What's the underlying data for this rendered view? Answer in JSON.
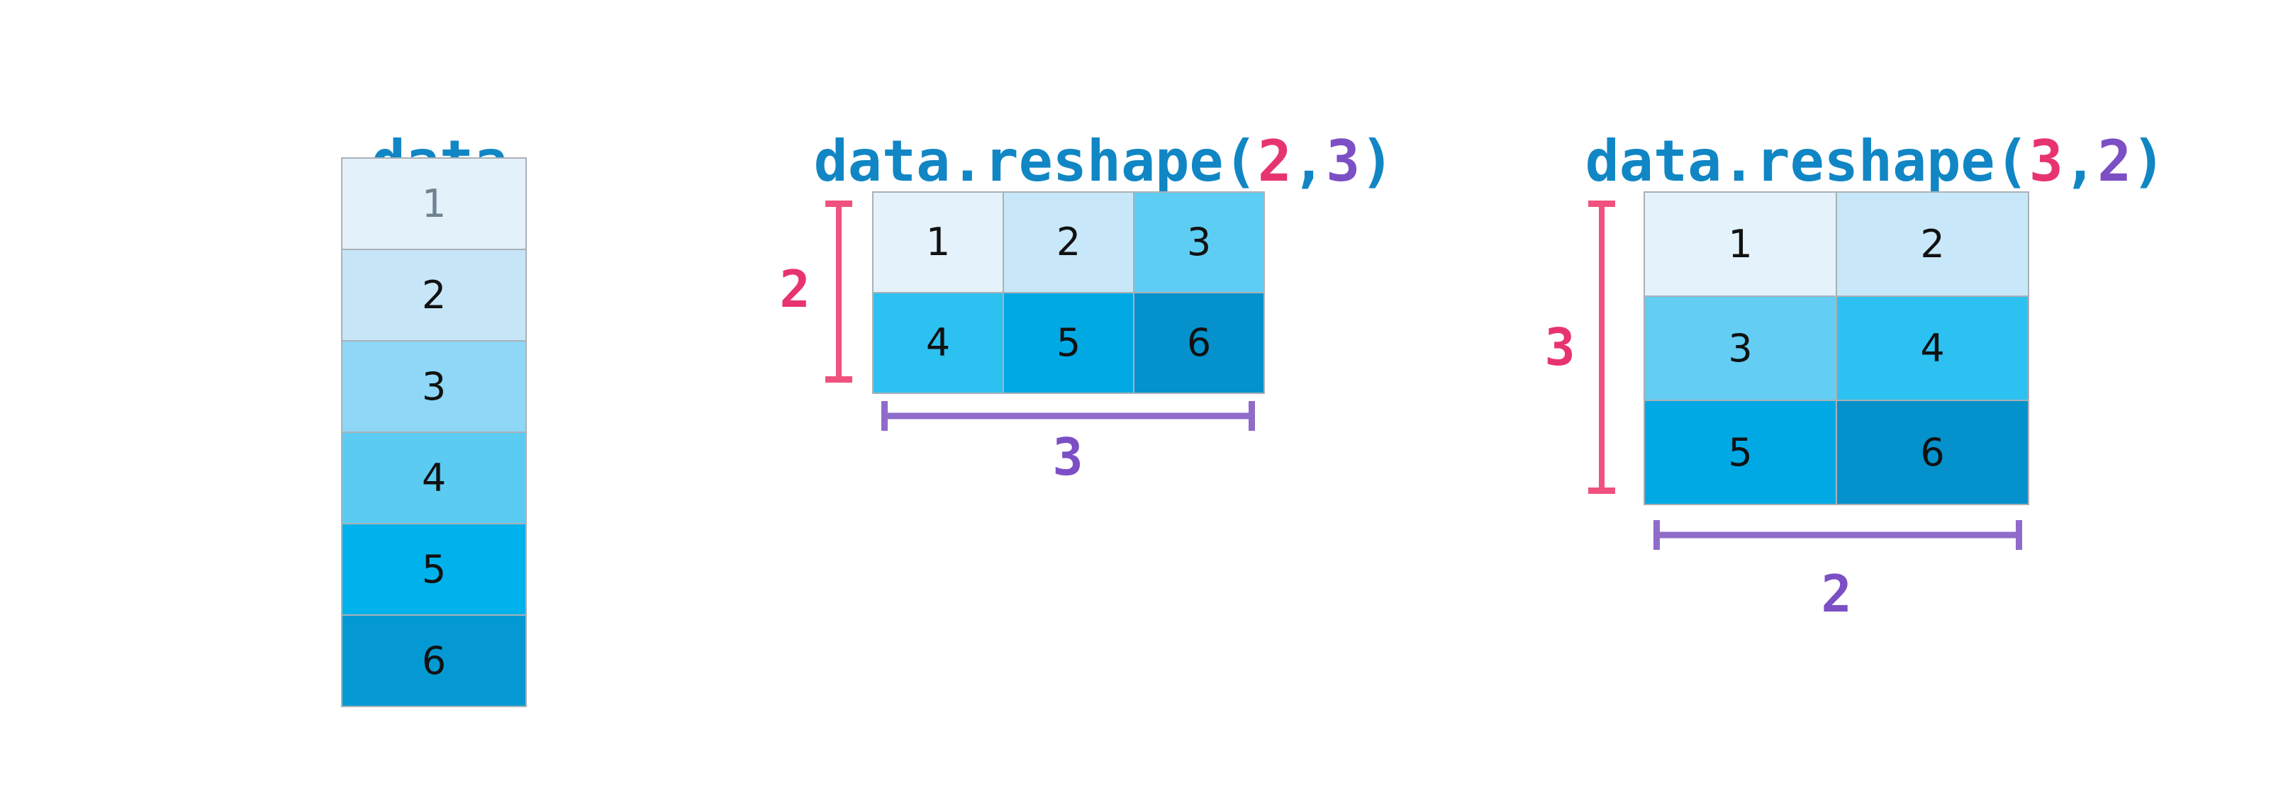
{
  "palette": {
    "background": "#ffffff",
    "title_blue": "#1186c4",
    "pink": "#e73470",
    "pink_bracket": "#f0517e",
    "purple": "#7c4fc4",
    "purple_bracket": "#8f6bca",
    "cell_border": "#aab1b7",
    "number_black": "#111111",
    "number_gray": "#6f8290"
  },
  "panels": [
    {
      "name": "data-array",
      "title": "data",
      "shape": {
        "rows": 6,
        "cols": 1
      },
      "cells": [
        {
          "value": "1",
          "bg": "#e3f1fb"
        },
        {
          "value": "2",
          "bg": "#c6e6f8"
        },
        {
          "value": "3",
          "bg": "#8ed7f6"
        },
        {
          "value": "4",
          "bg": "#5bcbf2"
        },
        {
          "value": "5",
          "bg": "#00b2ec"
        },
        {
          "value": "6",
          "bg": "#0599d3"
        }
      ]
    },
    {
      "name": "reshape-2-3",
      "title": {
        "prefix": "data.reshape(",
        "arg1": "2",
        "comma": ",",
        "arg2": "3",
        "suffix": ")"
      },
      "shape": {
        "rows": 2,
        "cols": 3
      },
      "cells": [
        {
          "value": "1",
          "bg": "#e4f2fb"
        },
        {
          "value": "2",
          "bg": "#c8e8f9"
        },
        {
          "value": "3",
          "bg": "#5ecdf4"
        },
        {
          "value": "4",
          "bg": "#2cc1f1"
        },
        {
          "value": "5",
          "bg": "#00a9e4"
        },
        {
          "value": "6",
          "bg": "#0591cb"
        }
      ],
      "row_bracket_label": "2",
      "col_bracket_label": "3"
    },
    {
      "name": "reshape-3-2",
      "title": {
        "prefix": "data.reshape(",
        "arg1": "3",
        "comma": ",",
        "arg2": "2",
        "suffix": ")"
      },
      "shape": {
        "rows": 3,
        "cols": 2
      },
      "cells": [
        {
          "value": "1",
          "bg": "#e4f2fb"
        },
        {
          "value": "2",
          "bg": "#c8e8f9"
        },
        {
          "value": "3",
          "bg": "#63cdf3"
        },
        {
          "value": "4",
          "bg": "#2cc1f1"
        },
        {
          "value": "5",
          "bg": "#00a9e4"
        },
        {
          "value": "6",
          "bg": "#0591cb"
        }
      ],
      "row_bracket_label": "3",
      "col_bracket_label": "2"
    }
  ]
}
